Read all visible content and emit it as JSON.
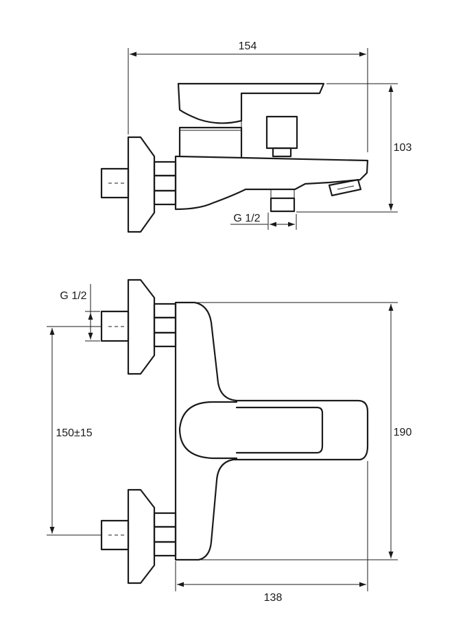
{
  "side_view": {
    "dim_width": "154",
    "dim_height": "103",
    "thread_label": "G 1/2"
  },
  "front_view": {
    "thread_label": "G 1/2",
    "dim_spacing": "150±15",
    "dim_height": "190",
    "dim_width": "138"
  }
}
